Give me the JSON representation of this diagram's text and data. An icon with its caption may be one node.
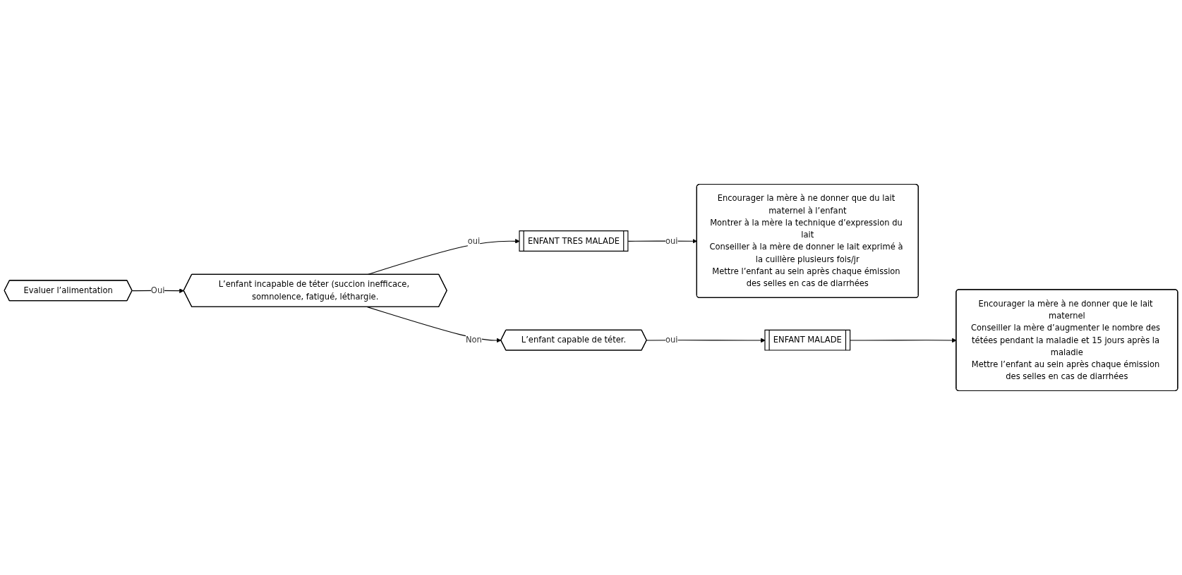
{
  "diagram": {
    "nodes": [
      {
        "text": [
          "Evaluer l’alimentation"
        ]
      },
      {
        "text": [
          "L’enfant incapable de téter (succion inefficace, somnolence, fatigué, léthargie."
        ]
      },
      {
        "text": [
          "ENFANT TRES MALADE"
        ]
      },
      {
        "text": [
          "Encourager la mère à ne donner que du lait maternel à l’enfant",
          "Montrer à la mère la technique d’expression du lait",
          "Conseiller à la mère de donner le lait exprimé à la cuillère plusieurs fois/jr",
          "Mettre l’enfant au sein après chaque émission des selles en cas de diarrhées"
        ]
      },
      {
        "text": [
          "L’enfant capable de téter."
        ]
      },
      {
        "text": [
          "ENFANT MALADE"
        ]
      },
      {
        "text": [
          "Encourager la mère à ne donner que le lait maternel",
          "Conseiller la mère d’augmenter le nombre des tétées pendant la maladie et 15 jours après la maladie",
          "Mettre l’enfant au sein après chaque émission des selles en cas de diarrhées"
        ]
      }
    ],
    "edges": [
      {
        "from": 0,
        "to": 1,
        "arrow": "to",
        "label": "Oui"
      },
      {
        "from": 1,
        "to": 2,
        "arrow": "to",
        "label": "oui"
      },
      {
        "from": 2,
        "to": 3,
        "arrow": "to",
        "label": "oui"
      },
      {
        "from": 1,
        "to": 4,
        "arrow": "to",
        "label": "Non"
      },
      {
        "from": 4,
        "to": 5,
        "arrow": "to",
        "label": "oui"
      },
      {
        "from": 5,
        "to": 6,
        "arrow": "to"
      }
    ]
  }
}
